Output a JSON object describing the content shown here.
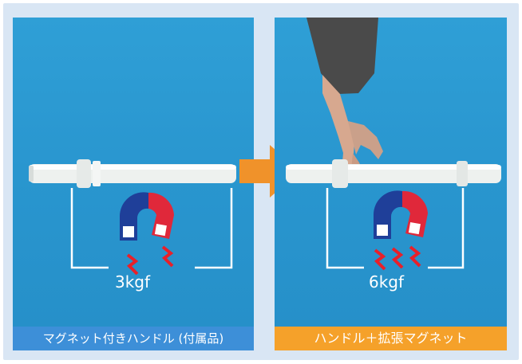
{
  "panels": {
    "left": {
      "caption": "マグネット付きハンドル (付属品)",
      "force": "3kgf"
    },
    "right": {
      "caption": "ハンドル＋拡張マグネット",
      "force": "6kgf"
    }
  },
  "colors": {
    "frame": "#d9e6f4",
    "panel_blue": "#2b98d0",
    "caption_left": "#3d8fd8",
    "caption_right": "#f5a12a",
    "arrow": "#f0922a",
    "magnet_red": "#e0283a",
    "magnet_blue": "#1f3f99",
    "force_zigzag": "#e8202a"
  },
  "icons": {
    "arrow": "right-arrow-icon",
    "magnet": "horseshoe-magnet-icon",
    "force": "lightning-zigzag-icon"
  }
}
